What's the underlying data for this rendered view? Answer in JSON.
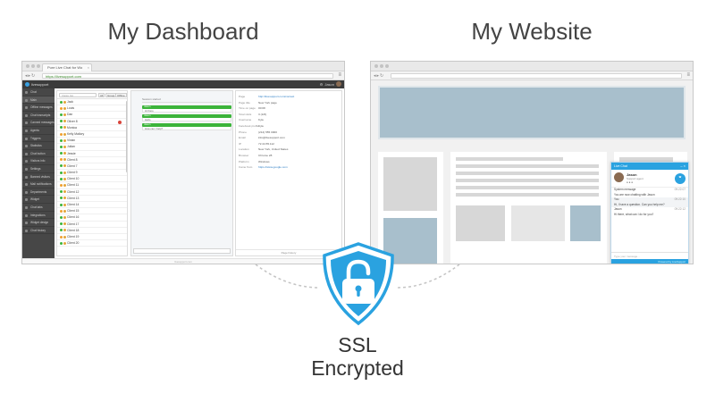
{
  "headings": {
    "dashboard": "My Dashboard",
    "website": "My Website"
  },
  "badge": {
    "line1": "SSL",
    "line2": "Encrypted",
    "accent": "#2aa2e0"
  },
  "dashboard_window": {
    "tab_title": "Pure Live Chat for Wo",
    "url": "https://livesupport.com",
    "app_name": "livesupport",
    "user_label": "Jason",
    "nav": [
      "Chat",
      "Main",
      "Offline messages",
      "Chat transcripts",
      "Canned messages",
      "Agents",
      "Triggers",
      "Statistics",
      "Chat button",
      "Visitors info",
      "Settings",
      "Banned visitors",
      "Mail notifications",
      "Departments",
      "Widget",
      "Chat tabs",
      "Integrations",
      "Widget design",
      "Chat history"
    ],
    "visitor_toolbar": {
      "search": "Visitor list",
      "filters": [
        "All",
        "Group",
        "Offline"
      ]
    },
    "visitors": [
      "Jack",
      "Louis",
      "Dan",
      "Oliver 8",
      "Monica",
      "Kelly Mallory",
      "Vivian",
      "Julian",
      "Jessie",
      "Client 8",
      "Client 7",
      "Client 9",
      "Client 10",
      "Client 11",
      "Client 12",
      "Client 13",
      "Client 14",
      "Client 15",
      "Client 16",
      "Client 17",
      "Client 18",
      "Client 19",
      "Client 20"
    ],
    "chat": {
      "system_line": "Session started",
      "messages": [
        {
          "from": "Jason",
          "text": "Hi there"
        },
        {
          "from": "Jason",
          "text": "Hello"
        },
        {
          "from": "Jason",
          "text": "How can I help?"
        }
      ]
    },
    "info_rows": [
      {
        "k": "Page",
        "v": "http://livesupport.com/contact",
        "link": true
      },
      {
        "k": "Page title",
        "v": "New York page"
      },
      {
        "k": "Time on page",
        "v": "00:08"
      },
      {
        "k": "Total visits",
        "v": "3 (1/8)"
      },
      {
        "k": "Username",
        "v": "Kyle"
      },
      {
        "k": "Facebook profile",
        "v": "Kyle"
      },
      {
        "k": "Phone",
        "v": "(212) 555 0000"
      },
      {
        "k": "Email",
        "v": "info@livesupport.com"
      },
      {
        "k": "IP",
        "v": "72.44.55.112"
      },
      {
        "k": "Location",
        "v": "New York, United States"
      },
      {
        "k": "Browser",
        "v": "Chrome 28"
      },
      {
        "k": "Platform",
        "v": "Windows"
      },
      {
        "k": "Came from",
        "v": "https://www.google.com",
        "link": true
      }
    ],
    "info_footer": "Page history",
    "footer": "livesupport.com"
  },
  "website_window": {
    "widget": {
      "header": "Live Chat",
      "agent_name": "Jason",
      "agent_role": "Support agent",
      "lines": [
        {
          "text": "System message",
          "time": "09:22:07",
          "style": "plain"
        },
        {
          "text": "You are now chatting with Jason",
          "time": "",
          "style": "plain"
        },
        {
          "text": "You",
          "time": "09:22:10",
          "style": "gray"
        },
        {
          "text": "Hi, I have a question. Can you help me?",
          "time": "",
          "style": "gray"
        },
        {
          "text": "Jason",
          "time": "09:22:12",
          "style": "plain"
        },
        {
          "text": "Hi there, what can I do for you?",
          "time": "",
          "style": "plain"
        }
      ],
      "input_placeholder": "Type your message...",
      "footer": "Powered by LiveSupport"
    }
  }
}
